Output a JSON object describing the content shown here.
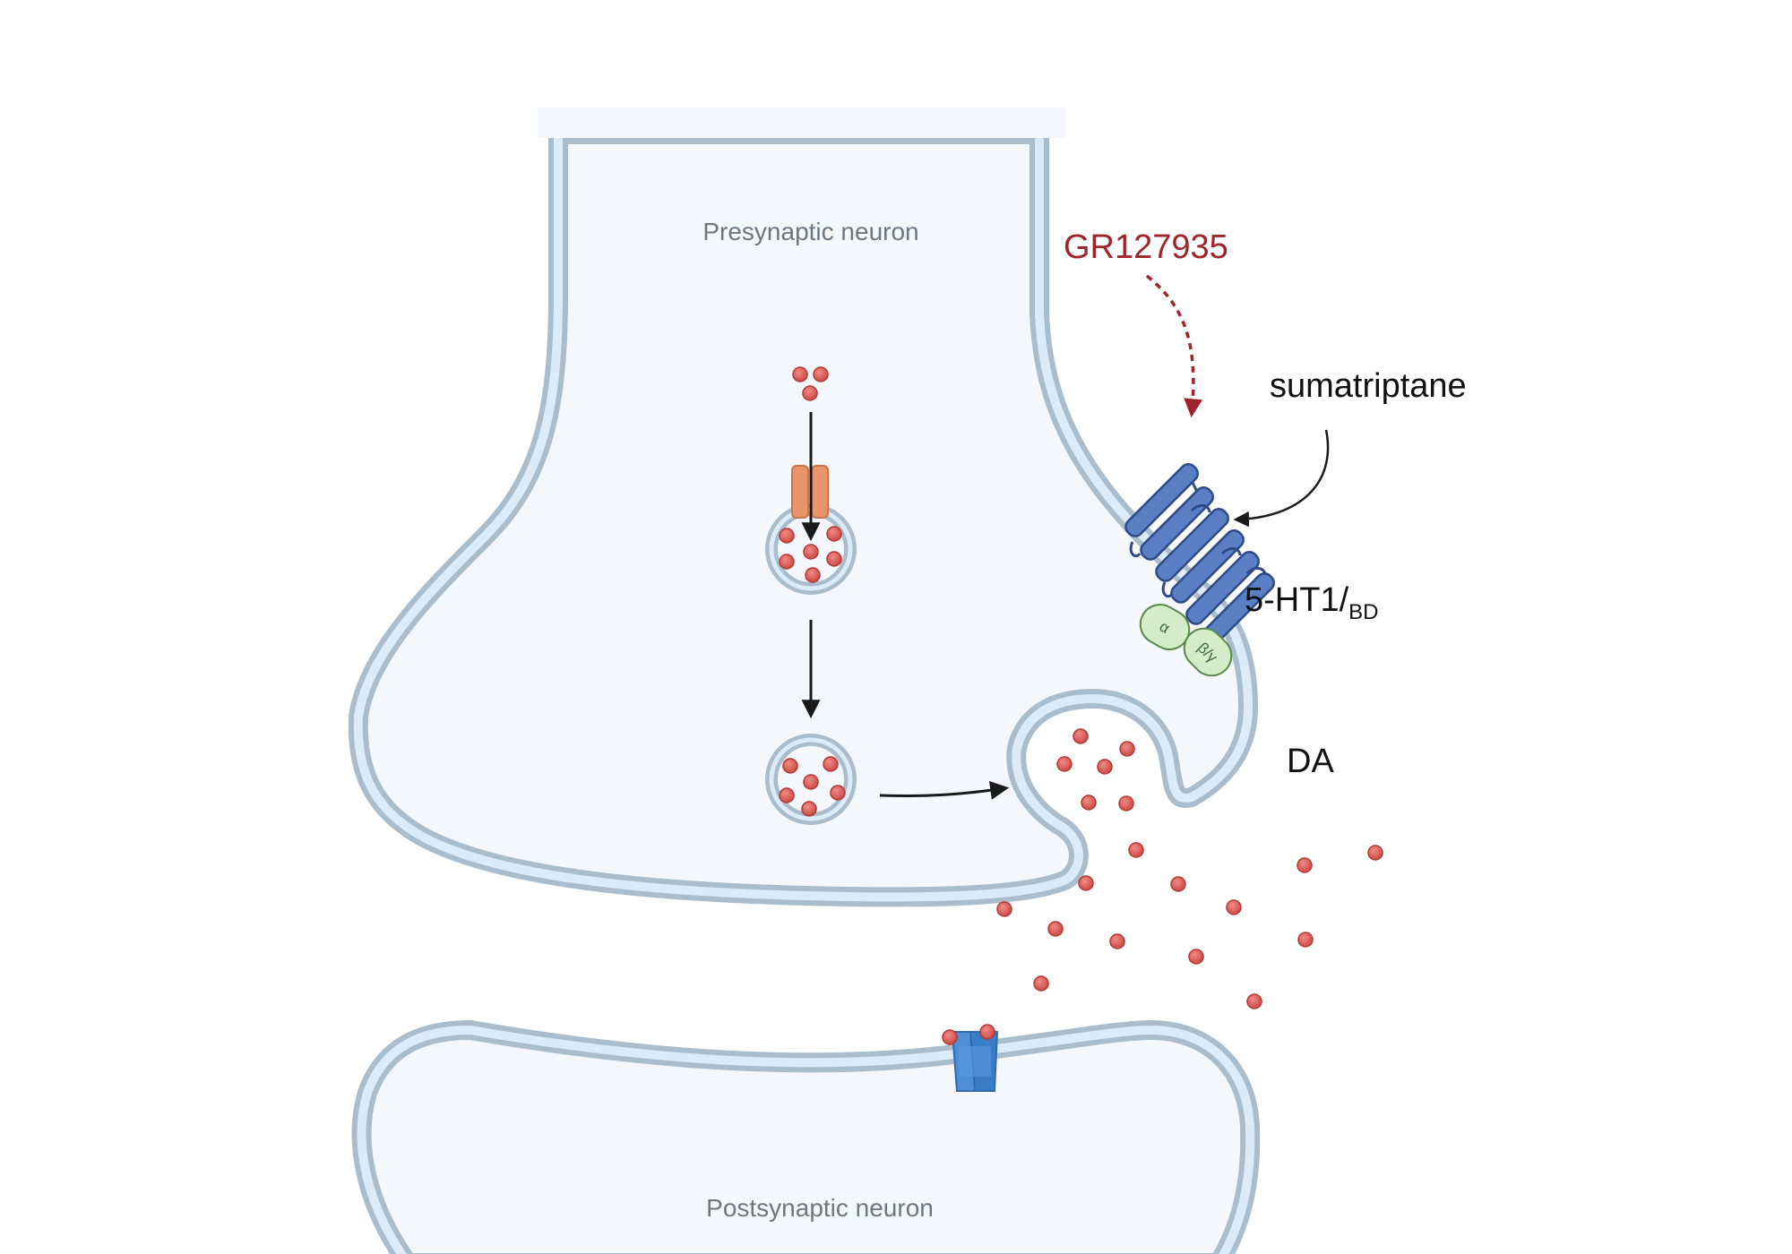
{
  "labels": {
    "presynaptic": "Presynaptic neuron",
    "postsynaptic": "Postsynaptic neuron",
    "antagonist": "GR127935",
    "agonist": "sumatriptane",
    "receptor_main": "5-HT1/",
    "receptor_sub": "BD",
    "neurotransmitter": "DA",
    "g_alpha": "α",
    "g_betagamma": "β/γ"
  },
  "colors": {
    "membrane_outer": "#aabdcd",
    "membrane_inner": "#dcebf8",
    "cytoplasm": "#f4f8fc",
    "dopamine": "#d9534f",
    "transporter": "#e8956b",
    "receptor": "#5b7fc4",
    "g_protein": "#d4ecc8",
    "postsynaptic_channel": "#4f8fd6",
    "antagonist_arrow": "#a0242c",
    "arrow": "#1a1a1a"
  },
  "icons": {
    "vesicle_transporter": "vmat-transporter-icon",
    "receptor": "gpcr-7tm-icon",
    "channel": "ion-channel-icon"
  }
}
